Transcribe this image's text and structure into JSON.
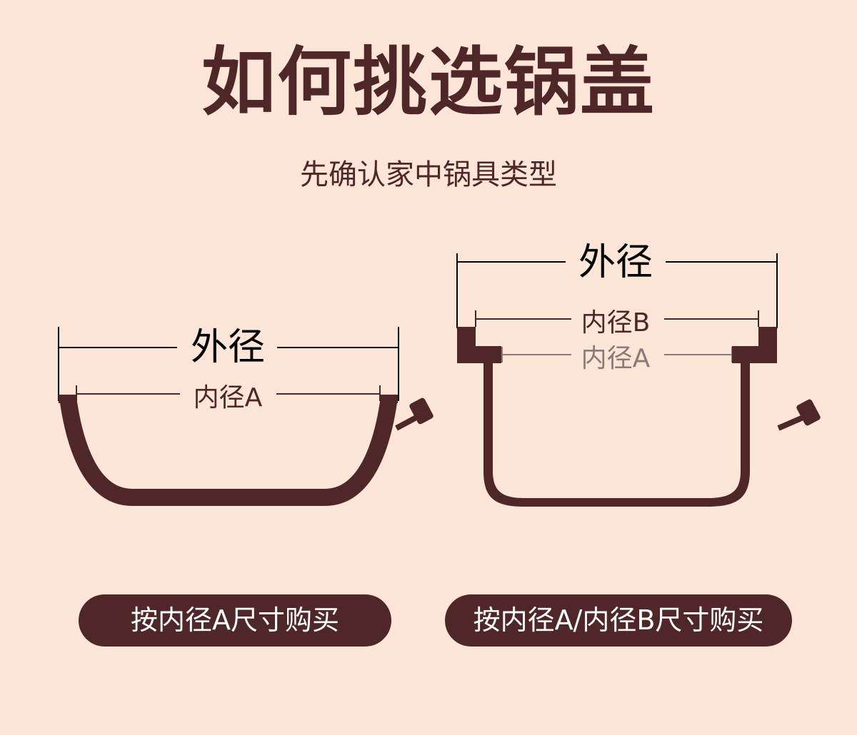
{
  "header": {
    "title": "如何挑选锅盖",
    "subtitle": "先确认家中锅具类型"
  },
  "left_pot": {
    "outer_label": "外径",
    "inner_label": "内径A"
  },
  "right_pot": {
    "outer_label": "外径",
    "inner_b_label": "内径B",
    "inner_a_label": "内径A"
  },
  "buttons": {
    "left": "按内径A尺寸购买",
    "right": "按内径A/内径B尺寸购买"
  },
  "colors": {
    "background": "#fde6d8",
    "pot": "#4f2728",
    "button_bg": "#4f2728",
    "button_text": "#ffffff"
  }
}
